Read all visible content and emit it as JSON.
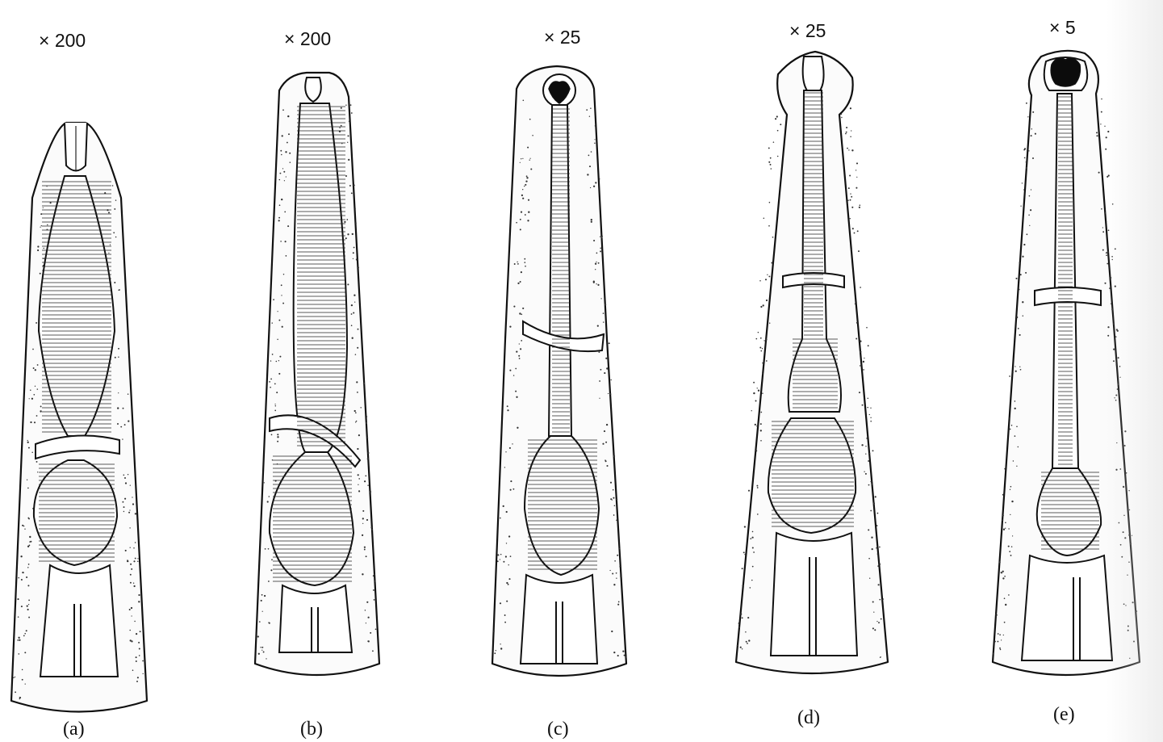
{
  "figure": {
    "panels": [
      {
        "id": "a",
        "magnification": "× 200",
        "caption": "(a)"
      },
      {
        "id": "b",
        "magnification": "× 200",
        "caption": "(b)"
      },
      {
        "id": "c",
        "magnification": "× 25",
        "caption": "(c)"
      },
      {
        "id": "d",
        "magnification": "× 25",
        "caption": "(d)"
      },
      {
        "id": "e",
        "magnification": "× 5",
        "caption": "(e)"
      }
    ]
  }
}
